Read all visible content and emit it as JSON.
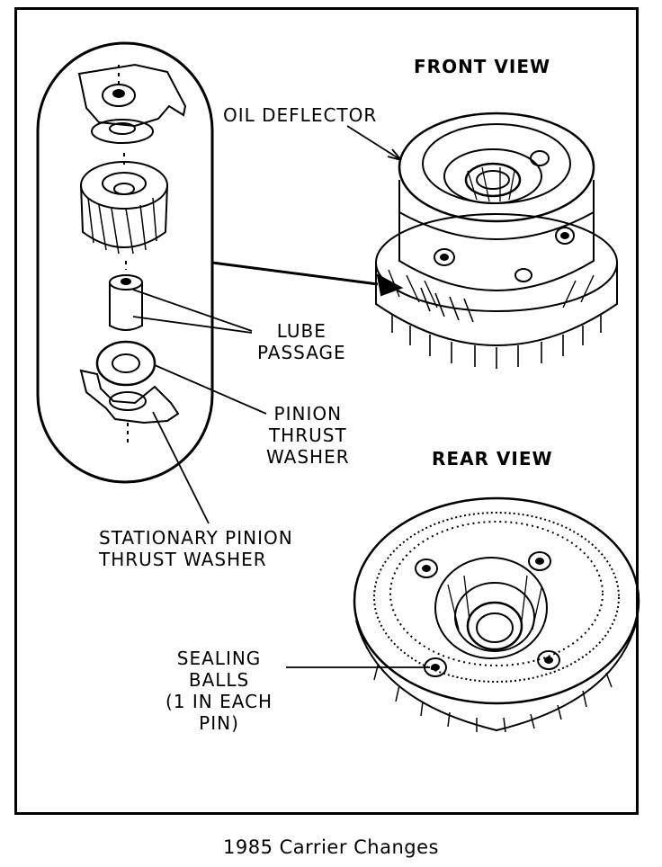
{
  "diagram": {
    "caption": "1985 Carrier Changes",
    "headings": {
      "front_view": "FRONT VIEW",
      "rear_view": "REAR VIEW"
    },
    "labels": {
      "oil_deflector": "OIL DEFLECTOR",
      "lube_passage": [
        "LUBE",
        "PASSAGE"
      ],
      "pinion_thrust_washer": [
        "PINION",
        "THRUST",
        "WASHER"
      ],
      "stationary_pinion_thrust_washer": [
        "STATIONARY PINION",
        "THRUST WASHER"
      ],
      "sealing_balls": [
        "SEALING",
        "BALLS",
        "(1 IN EACH",
        "PIN)"
      ]
    },
    "colors": {
      "ink": "#000000",
      "paper": "#ffffff"
    }
  }
}
